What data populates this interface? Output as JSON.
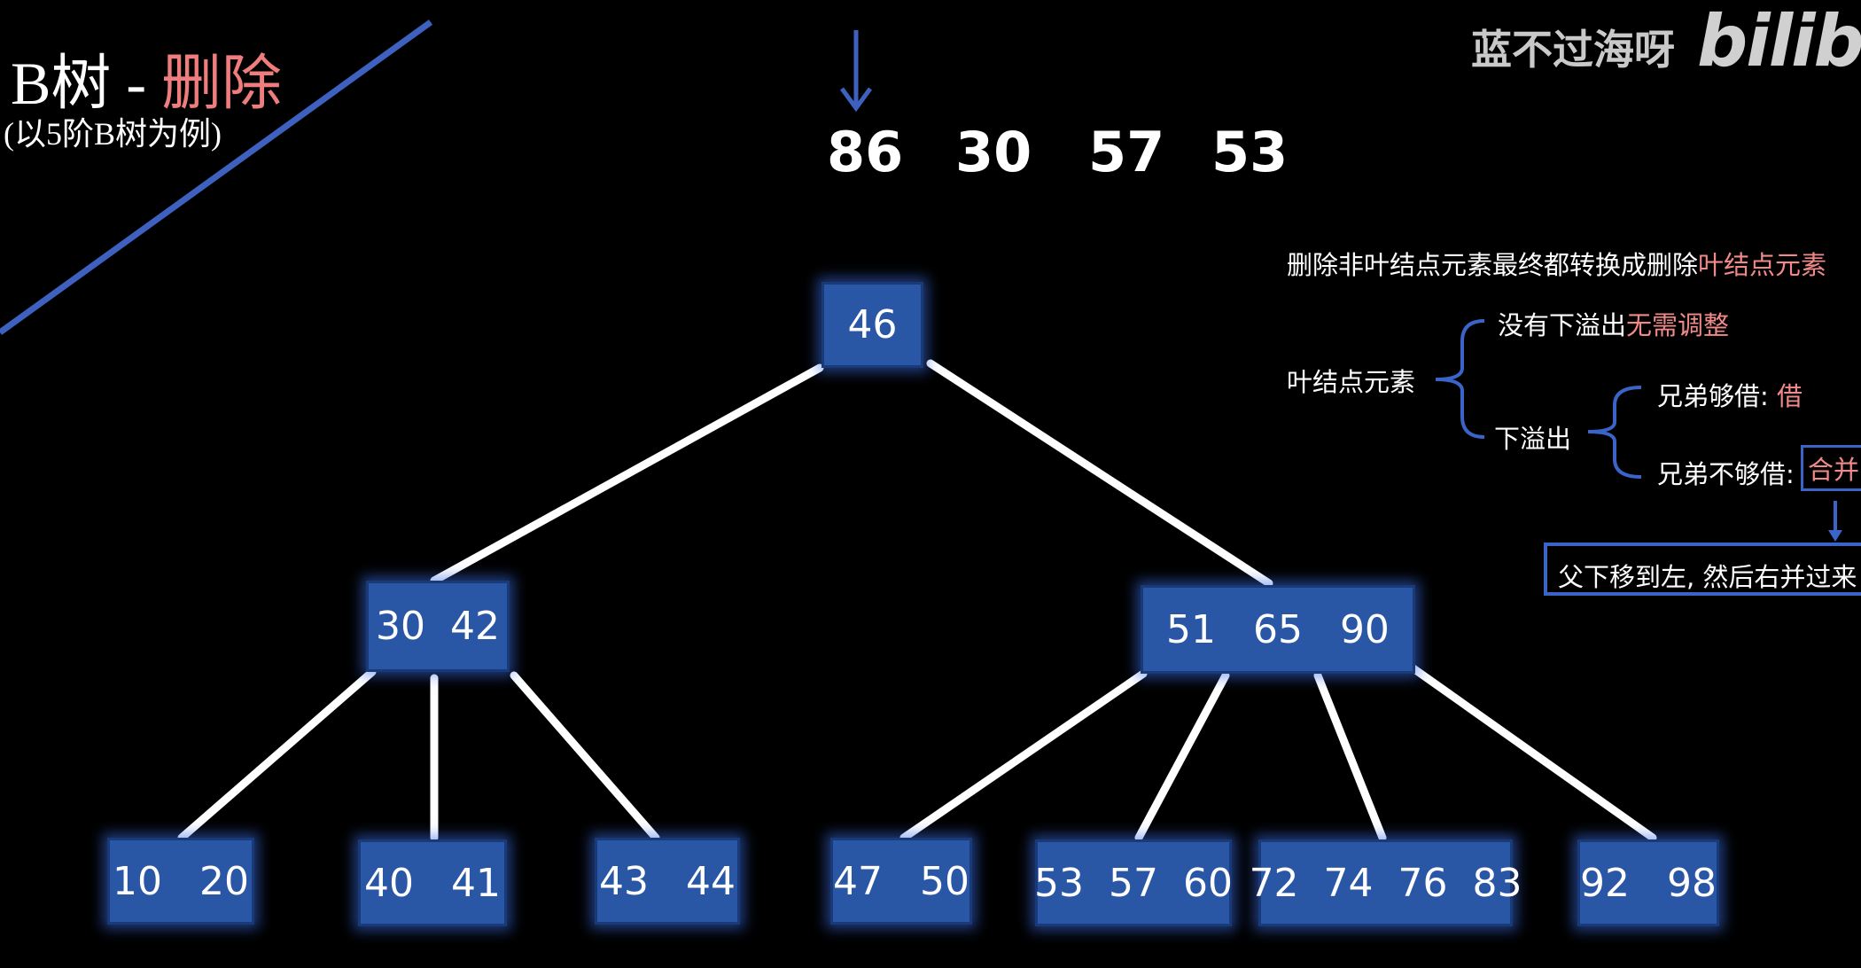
{
  "title": {
    "main": "B树 - ",
    "highlight": "删除"
  },
  "subtitle": "(以5阶B树为例)",
  "watermark": "蓝不过海呀",
  "brand": "bilibili",
  "sequence": [
    "86",
    "30",
    "57",
    "53"
  ],
  "tree": {
    "root": "46",
    "left": "30  42",
    "right": "51   65   90",
    "leaves": [
      "10   20",
      "40   41",
      "43   44",
      "47   50",
      "53  57  60",
      "72  74  76  83",
      "92   98"
    ]
  },
  "notes": {
    "header_prefix": "删除非叶结点元素最终都转换成删除",
    "header_highlight": "叶结点元素",
    "leaf_label": "叶结点元素",
    "no_underflow": "没有下溢出",
    "no_underflow_highlight": "无需调整",
    "underflow": "下溢出",
    "borrow": "兄弟够借: ",
    "borrow_highlight": "借",
    "no_borrow": "兄弟不够借: ",
    "merge": "合并",
    "result": "父下移到左, 然后右并过来"
  },
  "colors": {
    "node_fill": "#2a56a6",
    "accent_blue": "#3a64c8",
    "highlight": "#f08a8a"
  }
}
